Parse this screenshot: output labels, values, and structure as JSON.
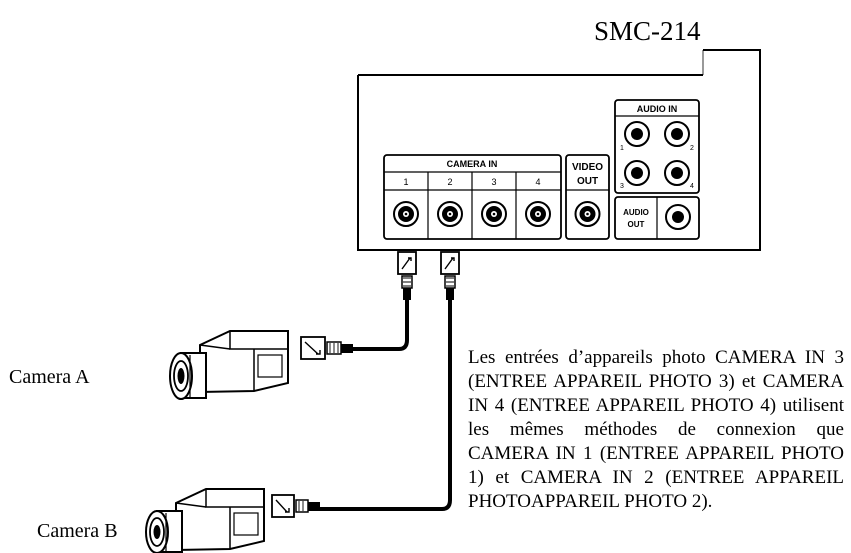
{
  "device": {
    "model": "SMC-214",
    "camera_in_label": "CAMERA IN",
    "camera_in_channels": [
      "1",
      "2",
      "3",
      "4"
    ],
    "video_out_label_line1": "VIDEO",
    "video_out_label_line2": "OUT",
    "audio_in_label": "AUDIO IN",
    "audio_in_channels": [
      "1",
      "2",
      "3",
      "4"
    ],
    "audio_out_label_line1": "AUDIO",
    "audio_out_label_line2": "OUT"
  },
  "cameras": {
    "a_label": "Camera A",
    "b_label": "Camera B"
  },
  "description": " Les entrées d’appareils photo CAMERA IN 3 (ENTREE APPAREIL PHOTO 3) et CAMERA IN 4 (ENTREE APPAREIL PHOTO 4) utilisent les mêmes méthodes de connexion que CAMERA IN 1 (ENTREE APPAREIL PHOTO 1) et CAMERA IN 2 (ENTREE APPAREIL PHOTOAPPAREIL PHOTO 2)."
}
